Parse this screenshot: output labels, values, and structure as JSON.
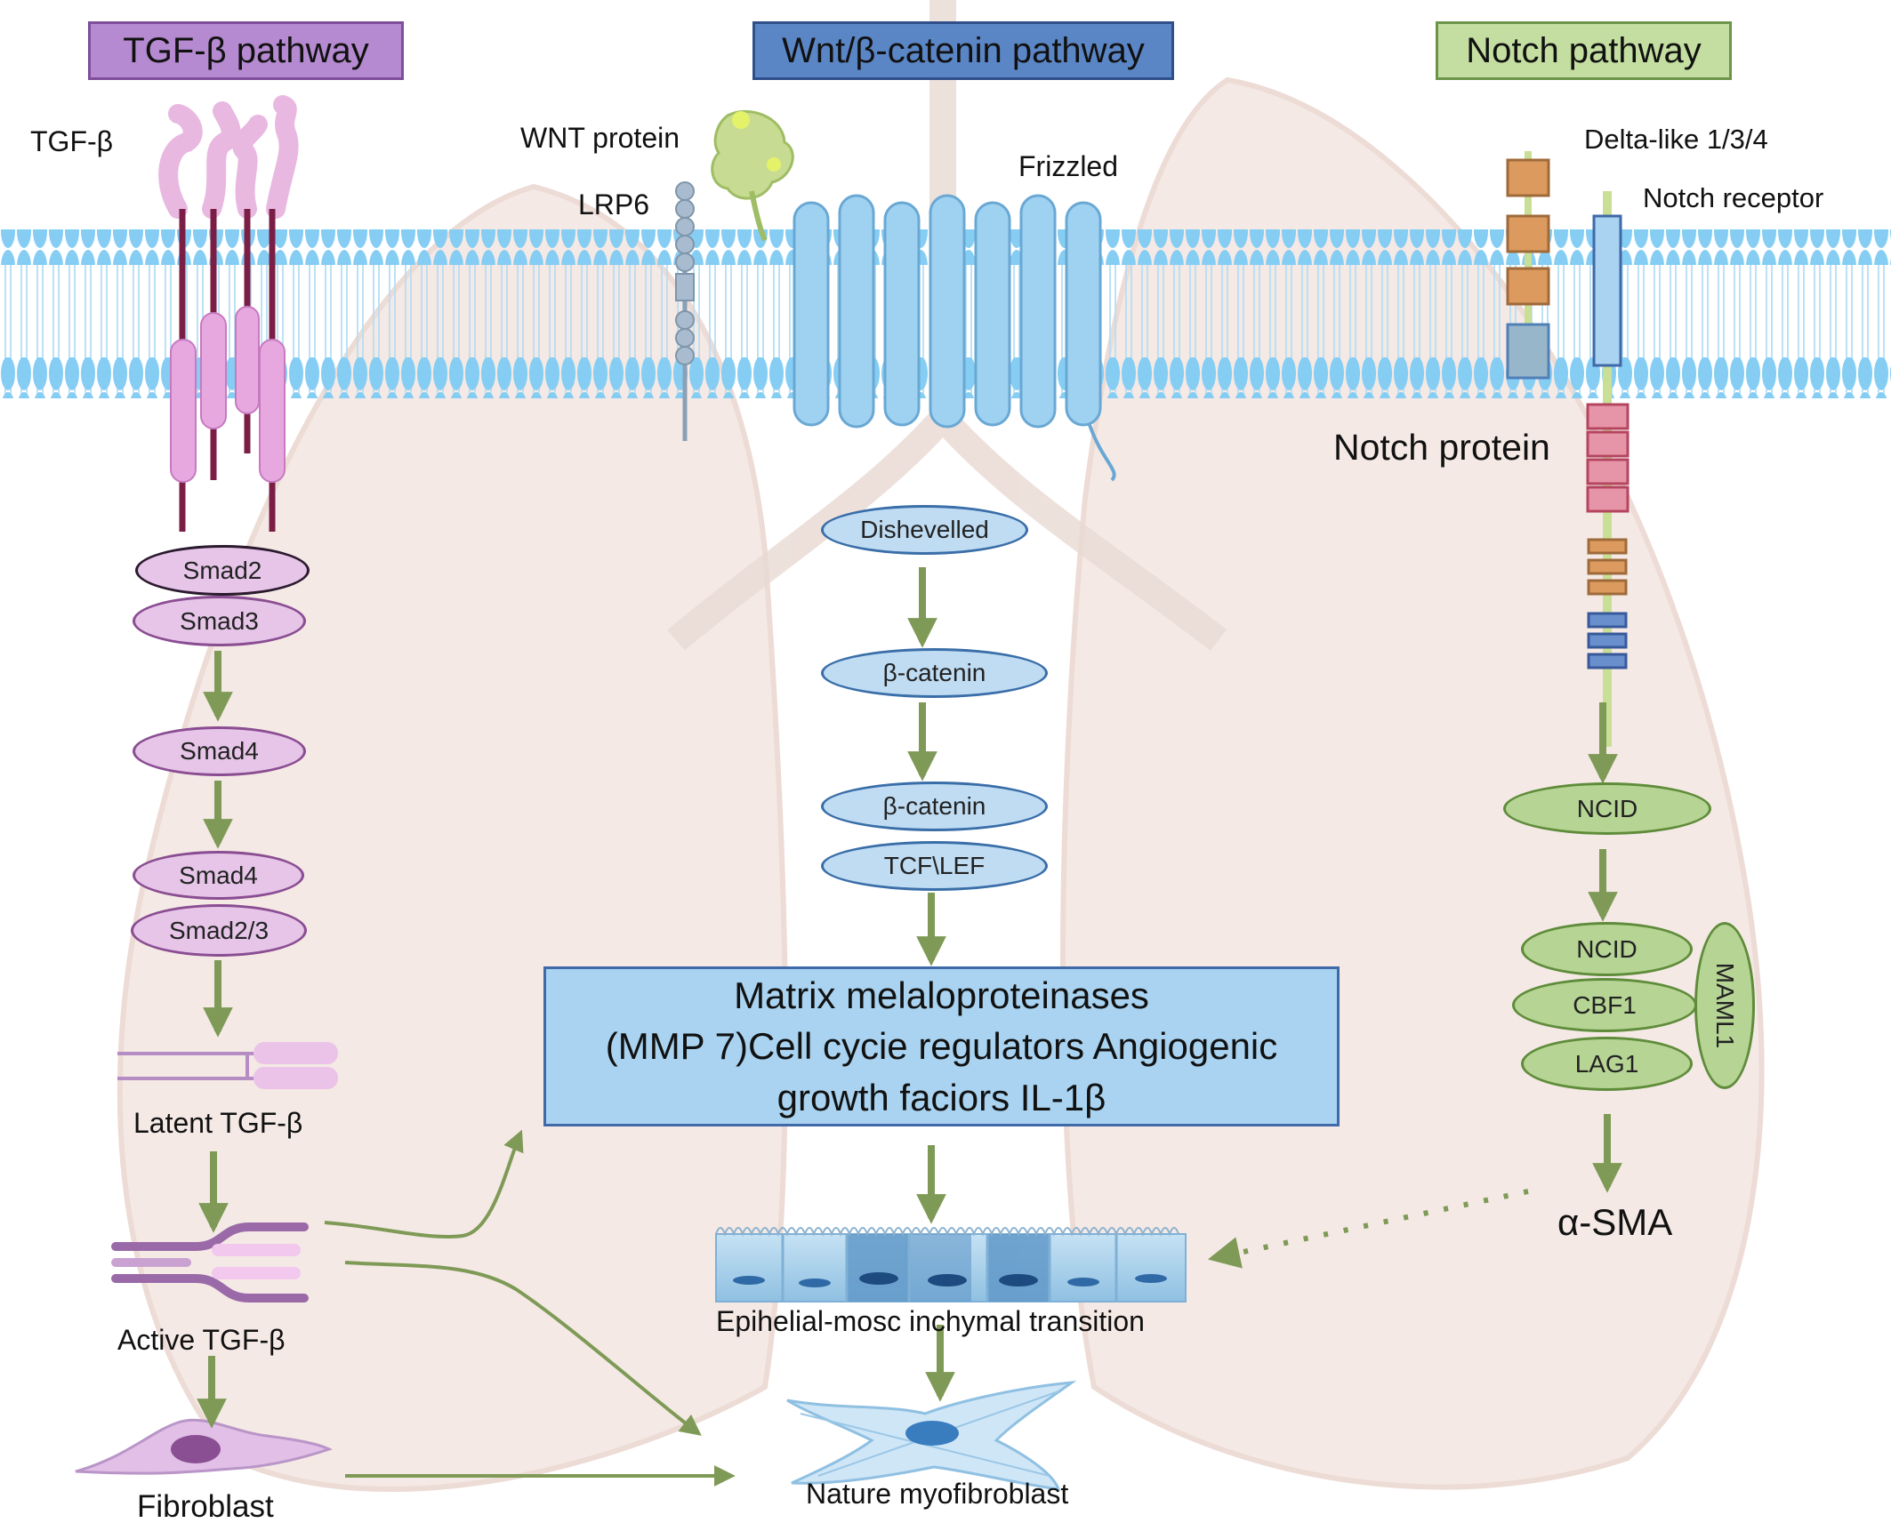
{
  "pathways": {
    "tgf": "TGF-β pathway",
    "wnt": "Wnt/β-catenin pathway",
    "notch": "Notch pathway"
  },
  "tgf": {
    "ligand": "TGF-β",
    "smad2": "Smad2",
    "smad3": "Smad3",
    "smad4_a": "Smad4",
    "smad4_b": "Smad4",
    "smad23": "Smad2/3",
    "latent": "Latent TGF-β",
    "active": "Active TGF-β",
    "fibroblast": "Fibroblast"
  },
  "wnt": {
    "protein": "WNT protein",
    "lrp6": "LRP6",
    "frizzled": "Frizzled",
    "dishevelled": "Dishevelled",
    "bcat1": "β-catenin",
    "bcat2": "β-catenin",
    "tcf": "TCF\\LEF"
  },
  "notch": {
    "delta": "Delta-like 1/3/4",
    "receptor": "Notch receptor",
    "protein": "Notch protein",
    "ncid1": "NCID",
    "ncid2": "NCID",
    "cbf1": "CBF1",
    "lag1": "LAG1",
    "maml1": "MAML1",
    "sma": "α-SMA"
  },
  "targets": {
    "line1": "Matrix melaloproteinases",
    "line2": "(MMP 7)Cell cycie regulators Angiogenic",
    "line3": "growth faciors IL-1β"
  },
  "outcomes": {
    "emt": "Epihelial-mosc inchymal transition",
    "myofibroblast": "Nature myofibroblast"
  },
  "colors": {
    "membrane": "#7ecbf2",
    "arrow": "#7e9a56",
    "tgf_header": "#b58ad0",
    "wnt_header": "#5b86c6",
    "notch_header": "#c3dea0"
  }
}
